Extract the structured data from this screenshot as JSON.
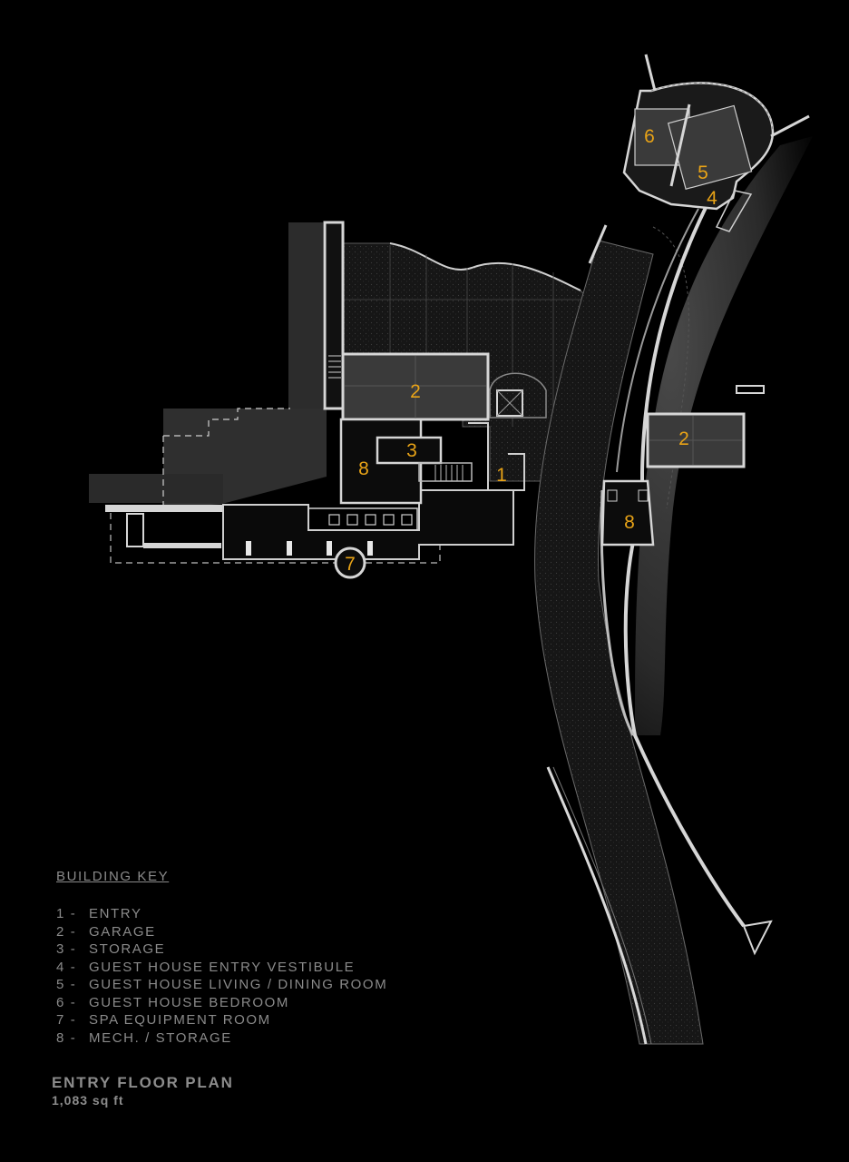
{
  "colors": {
    "background": "#000000",
    "wall": "#d6d6d6",
    "floor": "#3a3a3a",
    "site": "#333333",
    "label": "#e8a317",
    "key_text": "#8a8a8a"
  },
  "rooms": [
    {
      "number": "1",
      "name": "ENTRY"
    },
    {
      "number": "2",
      "name": "GARAGE"
    },
    {
      "number": "3",
      "name": "STORAGE"
    },
    {
      "number": "4",
      "name": "GUEST HOUSE ENTRY VESTIBULE"
    },
    {
      "number": "5",
      "name": "GUEST HOUSE LIVING / DINING ROOM"
    },
    {
      "number": "6",
      "name": "GUEST HOUSE BEDROOM"
    },
    {
      "number": "7",
      "name": "SPA EQUIPMENT ROOM"
    },
    {
      "number": "8",
      "name": "MECH. / STORAGE"
    }
  ],
  "building_key": {
    "heading": "BUILDING KEY",
    "separator": "-"
  },
  "plan": {
    "title": "ENTRY FLOOR PLAN",
    "area": "1,083 sq ft"
  },
  "labels": {
    "garage_main": "2",
    "garage_east": "2",
    "storage": "3",
    "mech_west": "8",
    "mech_east": "8",
    "entry": "1",
    "spa": "7",
    "guest_vestibule": "4",
    "guest_living": "5",
    "guest_bedroom": "6"
  }
}
